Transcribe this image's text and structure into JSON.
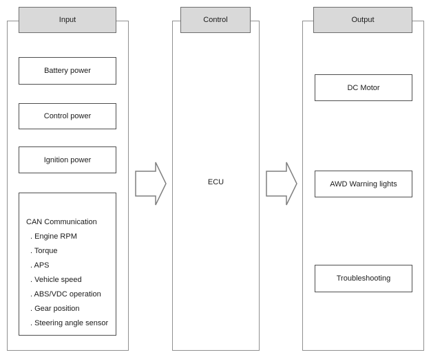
{
  "diagram": {
    "columns": [
      {
        "id": "input",
        "header": "Input",
        "boxes": [
          "Battery power",
          "Control power",
          "Ignition power"
        ],
        "can_box": {
          "title": "CAN Communication",
          "items": [
            ". Engine RPM",
            ". Torque",
            ". APS",
            ". Vehicle speed",
            ". ABS/VDC operation",
            ". Gear position",
            ". Steering angle sensor"
          ]
        }
      },
      {
        "id": "control",
        "header": "Control",
        "label": "ECU"
      },
      {
        "id": "output",
        "header": "Output",
        "boxes": [
          "DC Motor",
          "AWD Warning lights",
          "Troubleshooting"
        ]
      }
    ],
    "colors": {
      "background": "#ffffff",
      "header_fill": "#d9d9d9",
      "header_border": "#6e6e6e",
      "container_border": "#8f8f8f",
      "box_border": "#4d4d4d",
      "arrow_stroke": "#7f7f7f",
      "text": "#1a1a1a"
    }
  }
}
